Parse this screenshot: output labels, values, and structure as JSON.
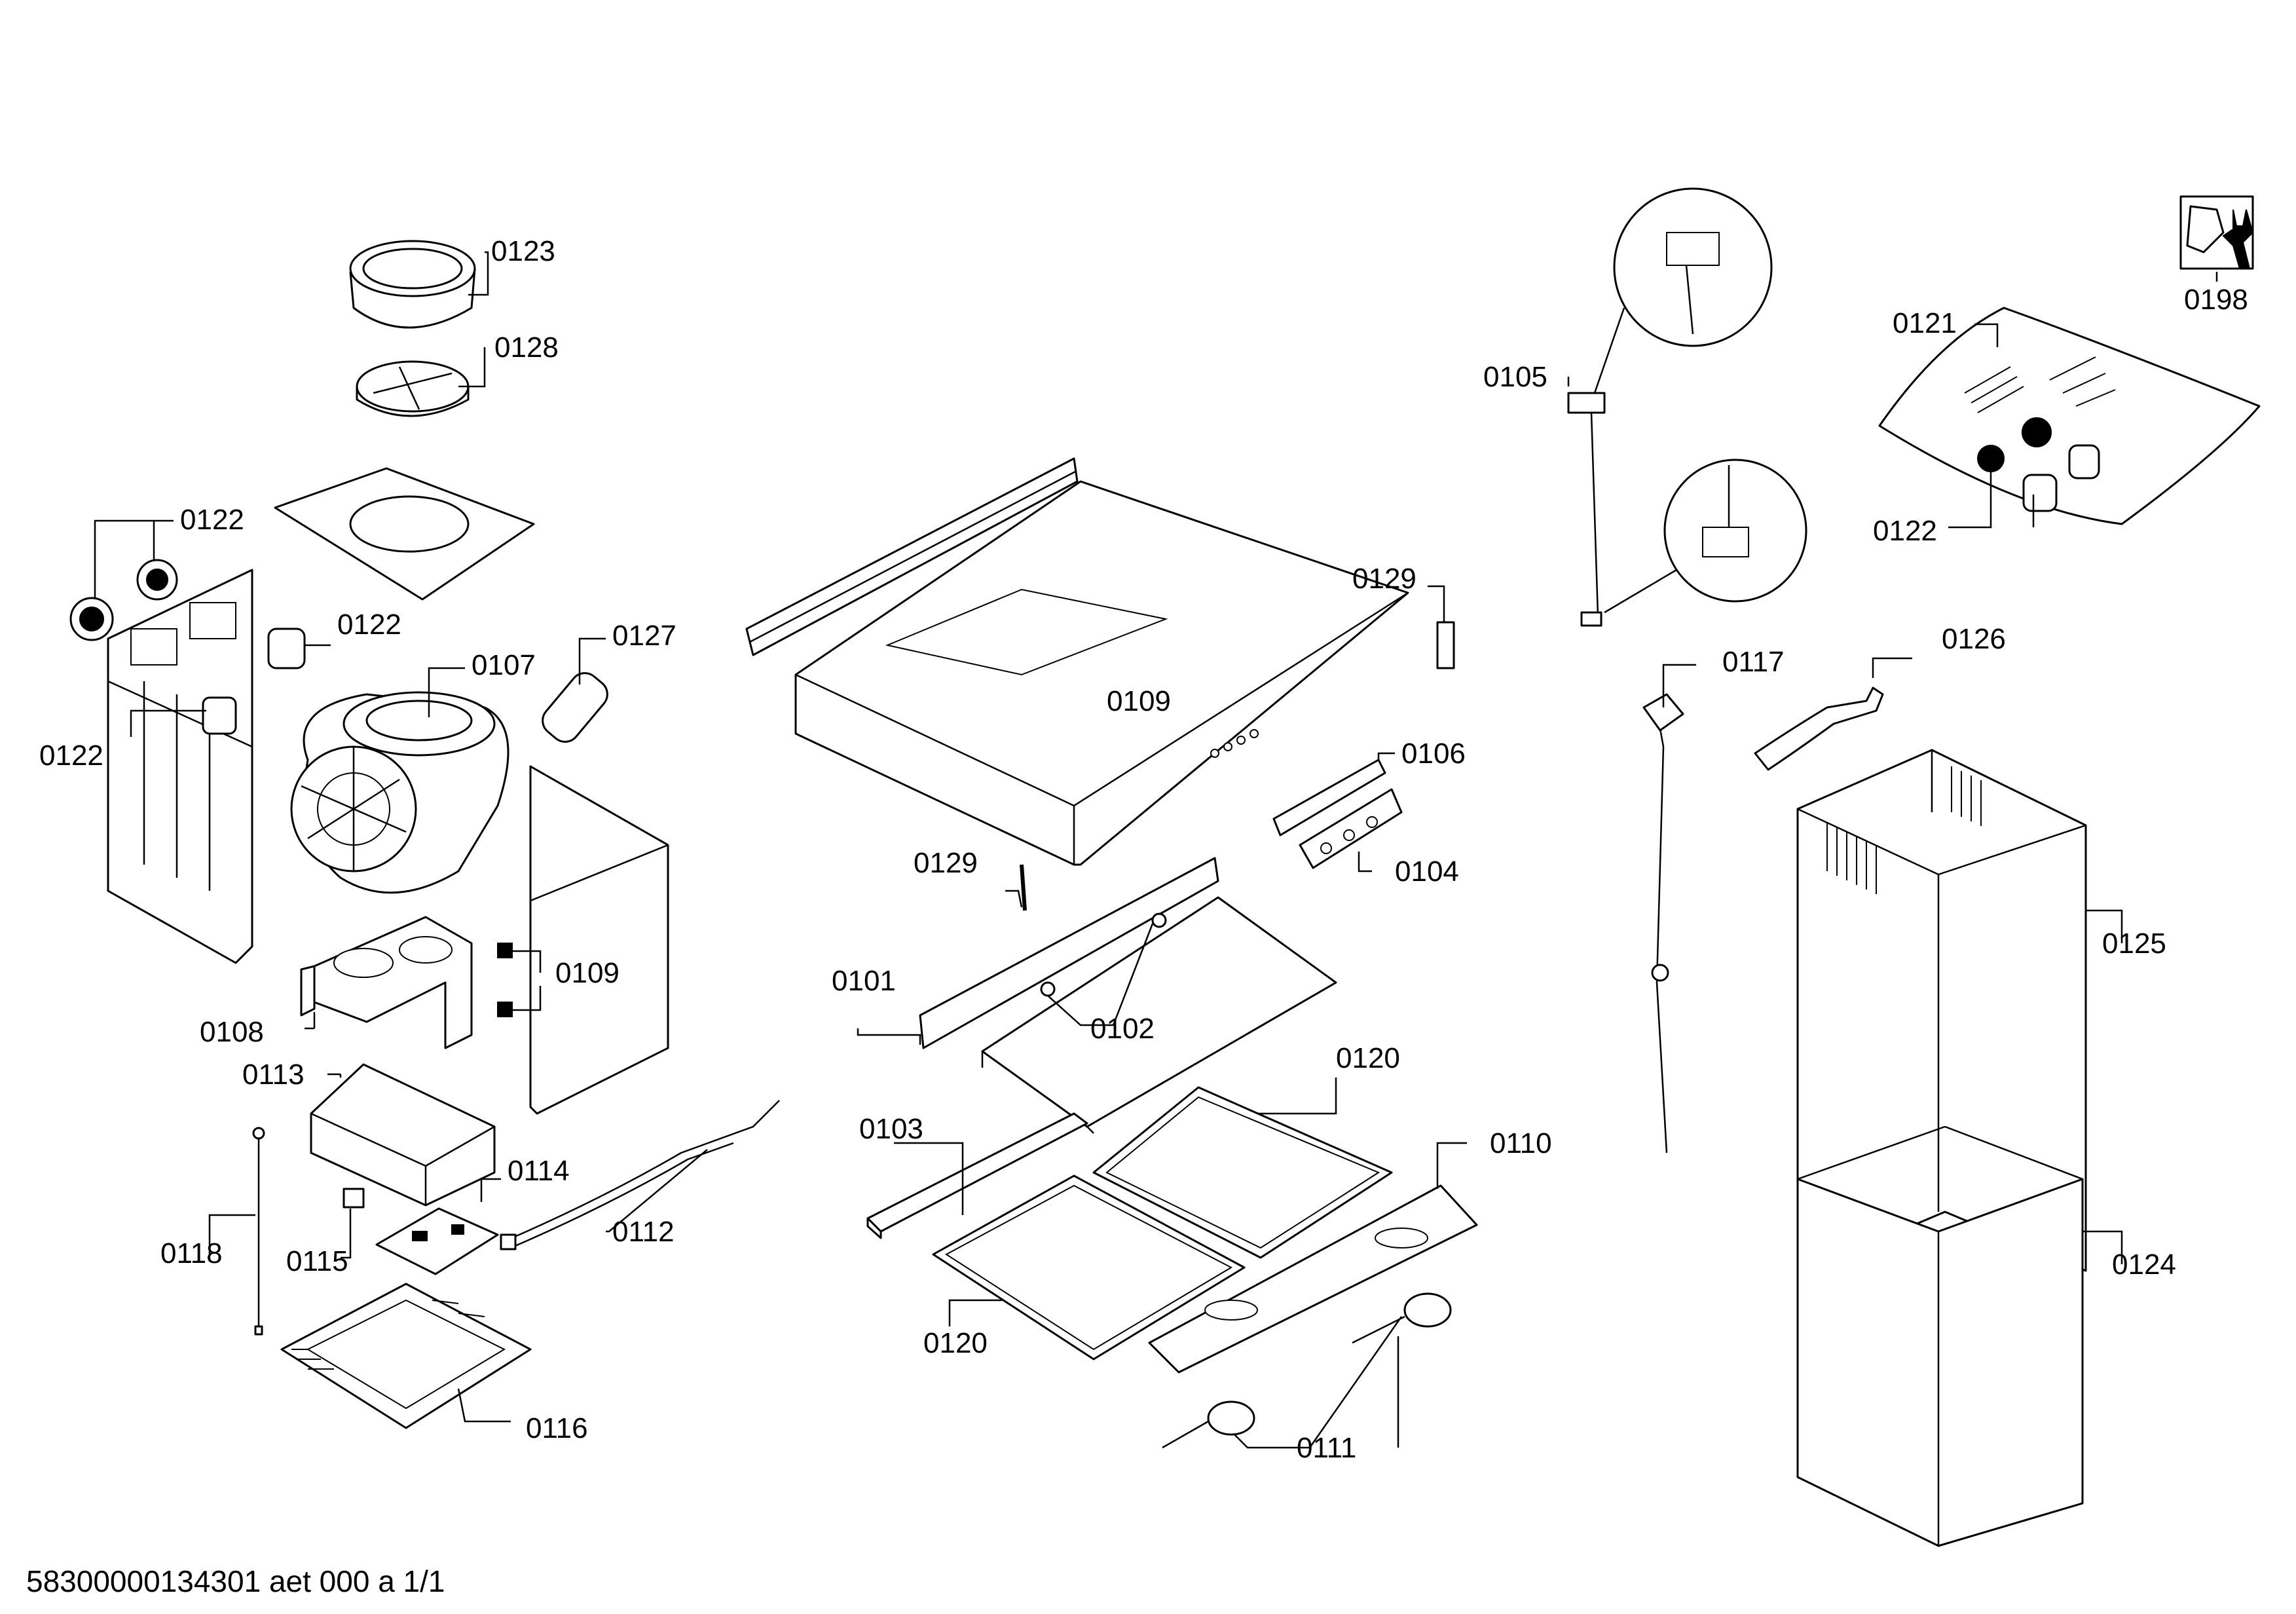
{
  "document_id": "58300000134301 aet 000 a 1/1",
  "service_icon": "wrench-on-nut-icon",
  "colors": {
    "line": "#000000",
    "background": "#ffffff"
  },
  "labels": {
    "p0123": "0123",
    "p0128": "0128",
    "p0122a": "0122",
    "p0122b": "0122",
    "p0122c": "0122",
    "p0122d": "0122",
    "p0107": "0107",
    "p0127": "0127",
    "p0109a": "0109",
    "p0109b": "0109",
    "p0108": "0108",
    "p0113": "0113",
    "p0114": "0114",
    "p0112": "0112",
    "p0118": "0118",
    "p0115": "0115",
    "p0116": "0116",
    "p0129a": "0129",
    "p0129b": "0129",
    "p0106": "0106",
    "p0104": "0104",
    "p0101": "0101",
    "p0102": "0102",
    "p0103": "0103",
    "p0120a": "0120",
    "p0120b": "0120",
    "p0110": "0110",
    "p0111": "0111",
    "p0105": "0105",
    "p0117": "0117",
    "p0126": "0126",
    "p0125": "0125",
    "p0124": "0124",
    "p0121": "0121",
    "p0198": "0198"
  }
}
